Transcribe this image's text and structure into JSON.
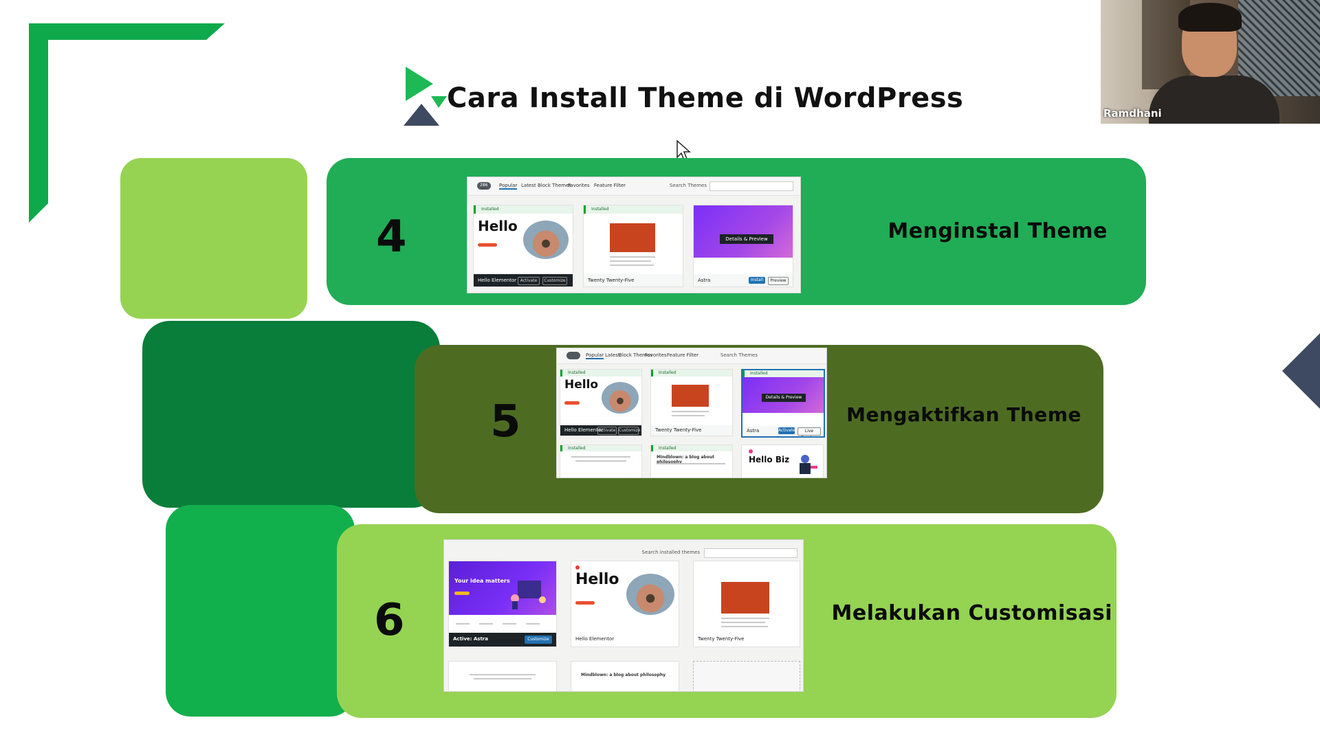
{
  "slide": {
    "title": "Cara Install Theme di WordPress",
    "steps": [
      {
        "number": "4",
        "label": "Menginstal Theme"
      },
      {
        "number": "5",
        "label": "Mengaktifkan Theme"
      },
      {
        "number": "6",
        "label": "Melakukan Customisasi"
      }
    ]
  },
  "meeting": {
    "participant_name": "Ramdhani"
  },
  "colors": {
    "light_green": "#97d352",
    "dark_green": "#087e3a",
    "mid_green": "#12b04c",
    "olive": "#4d6c22",
    "navy": "#3d4a61"
  },
  "shots": {
    "theme_browser": {
      "count": "286",
      "tabs": [
        "Popular",
        "Latest",
        "Block Themes",
        "Favorites",
        "Feature Filter"
      ],
      "search_label": "Search Themes",
      "installed": "Installed",
      "cards": [
        {
          "hello": "Hello",
          "name": "Hello Elementor",
          "btn1": "Activate",
          "btn2": "Customize"
        },
        {
          "name": "Twenty Twenty-Five"
        },
        {
          "name": "Astra",
          "overlay": "Details & Preview",
          "btn1": "Install",
          "btn2": "Preview"
        }
      ]
    },
    "activate": {
      "hello_biz": "Hello Biz",
      "astra_btn1": "Activate",
      "astra_btn2": "Live Preview"
    },
    "customize": {
      "search_label": "Search installed themes",
      "active_label": "Active: Astra",
      "customize_btn": "Customize",
      "hero_text": "Your idea matters",
      "blog_text": "Mindblown: a blog about philosophy"
    }
  }
}
